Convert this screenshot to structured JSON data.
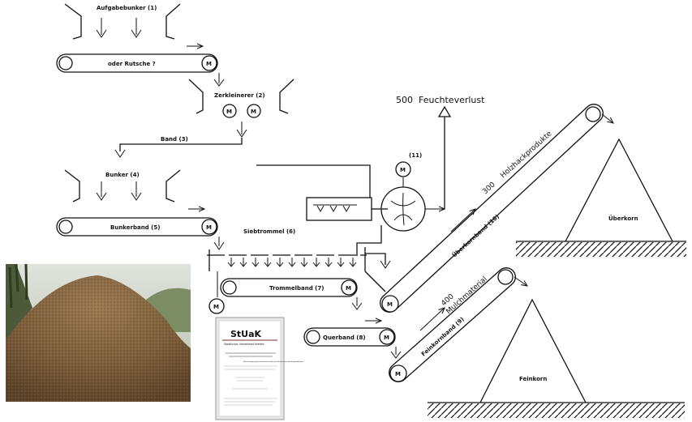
{
  "labels": {
    "aufgabebunker": "Aufgabebunker (1)",
    "rutsche": "oder Rutsche ?",
    "zerkleinerer": "Zerkleinerer (2)",
    "band3": "Band (3)",
    "bunker4": "Bunker (4)",
    "bunkerband": "Bunkerband (5)",
    "siebtrommel": "Siebtrommel (6)",
    "trommelband": "Trommelband (7)",
    "querband": "Querband (8)",
    "feinkornband": "Feinkornband (9)",
    "ueberkornband": "Überkornband (10)",
    "motor11": "(11)",
    "ueberkorn": "Überkorn",
    "feinkorn": "Feinkorn",
    "feuchte_value": "500",
    "feuchte_label": "Feuchteverlust",
    "holz_value": "300",
    "holz_label": "Holzhackprodukte",
    "mulch_value": "400",
    "mulch_label": "Mulchmaterial"
  },
  "motor_symbol": "M",
  "report": {
    "logo": "StUaK",
    "subtitle": "Staatliches Umweltamt Krefeld",
    "heading": "Bescheinigung des Umweltamts über den Einsatz von Holzhackprodukten"
  },
  "photo": {
    "subject": "compost-pile"
  }
}
